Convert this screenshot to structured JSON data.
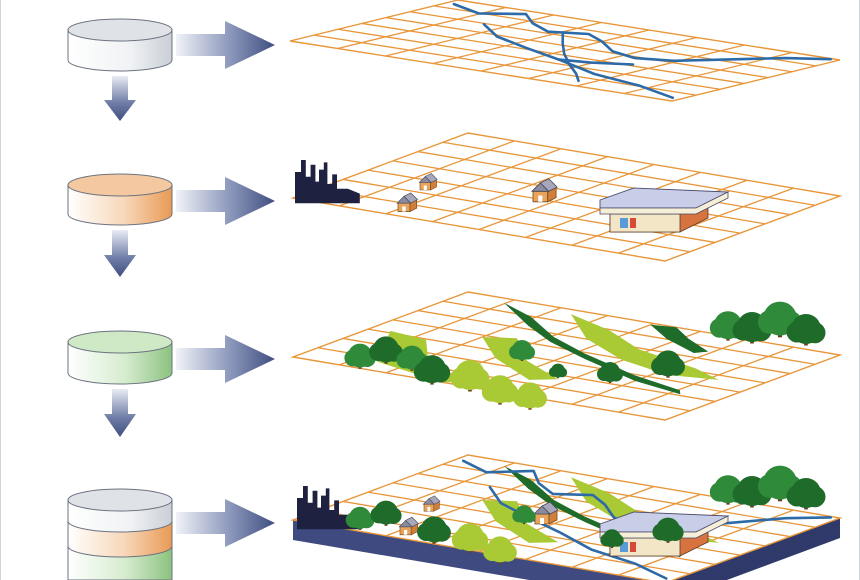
{
  "colors": {
    "background": "#ffffff",
    "grid_line": "#e8963a",
    "arrow": "#3f4f7f",
    "arrow_light": "#e6e9f2",
    "river": "#2d6aa8",
    "building_roof": "#c8cde8",
    "building_wall": "#f3e6c6",
    "house_wall": "#e8a45a",
    "house_roof": "#8a8aa0",
    "skyline": "#1e2240",
    "tree_dark": "#1f6b2a",
    "tree_mid": "#2f8a3a",
    "vegetation_light": "#a9c935",
    "base_slab": "#3e4a80"
  },
  "layers": [
    {
      "name": "hydrography",
      "database_tint": "#d3d8de",
      "map": "rivers"
    },
    {
      "name": "built-environment",
      "database_tint": "#f0b27a",
      "map": "buildings"
    },
    {
      "name": "vegetation",
      "database_tint": "#b9ddb0",
      "map": "trees"
    },
    {
      "name": "composite",
      "database_tint": "stacked",
      "map": "combined"
    }
  ],
  "icons": {
    "database": "database-cylinder-icon",
    "right_arrow": "right-arrow-icon",
    "down_arrow": "down-arrow-icon"
  }
}
